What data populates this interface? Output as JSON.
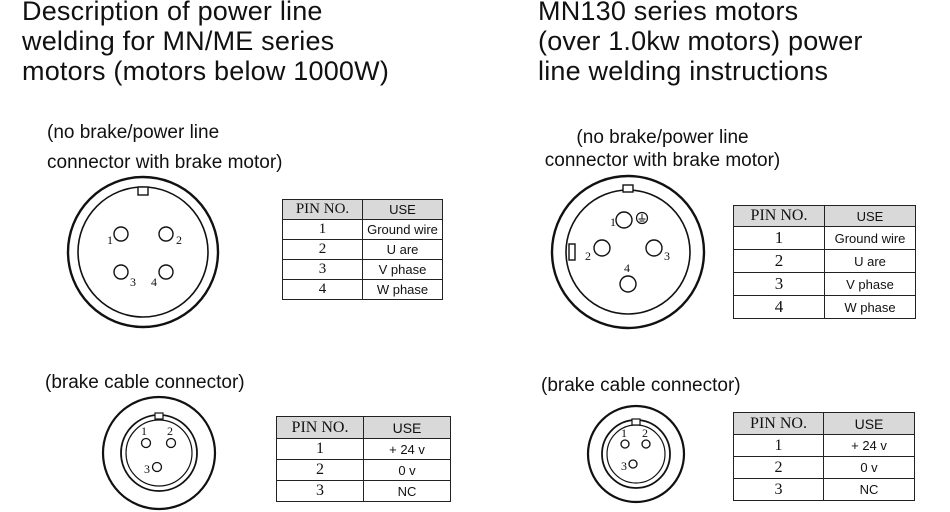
{
  "left": {
    "title_lines": [
      "Description of power line",
      "welding for MN/ME series",
      "motors (motors below 1000W)"
    ],
    "power_caption_lines": [
      "(no brake/power line",
      "connector with brake motor)"
    ],
    "brake_caption": "(brake cable connector)",
    "power_table": {
      "headers": [
        "PIN NO.",
        "USE"
      ],
      "rows": [
        [
          "1",
          "Ground wire"
        ],
        [
          "2",
          "U are"
        ],
        [
          "3",
          "V phase"
        ],
        [
          "4",
          "W phase"
        ]
      ]
    },
    "power_pins": [
      "1",
      "2",
      "3",
      "4"
    ],
    "brake_table": {
      "headers": [
        "PIN NO.",
        "USE"
      ],
      "rows": [
        [
          "1",
          "+ 24 v"
        ],
        [
          "2",
          "0 v"
        ],
        [
          "3",
          "NC"
        ]
      ]
    },
    "brake_pins": [
      "1",
      "2",
      "3"
    ]
  },
  "right": {
    "title_lines": [
      "MN130 series motors",
      "(over 1.0kw motors) power",
      "line welding instructions"
    ],
    "power_caption_lines": [
      "(no brake/power line",
      "connector with brake motor)"
    ],
    "brake_caption": "(brake cable connector)",
    "power_table": {
      "headers": [
        "PIN NO.",
        "USE"
      ],
      "rows": [
        [
          "1",
          "Ground wire"
        ],
        [
          "2",
          "U are"
        ],
        [
          "3",
          "V phase"
        ],
        [
          "4",
          "W phase"
        ]
      ]
    },
    "power_pins": [
      "1",
      "2",
      "3",
      "4"
    ],
    "brake_table": {
      "headers": [
        "PIN NO.",
        "USE"
      ],
      "rows": [
        [
          "1",
          "+ 24 v"
        ],
        [
          "2",
          "0 v"
        ],
        [
          "3",
          "NC"
        ]
      ]
    },
    "brake_pins": [
      "1",
      "2",
      "3"
    ]
  }
}
